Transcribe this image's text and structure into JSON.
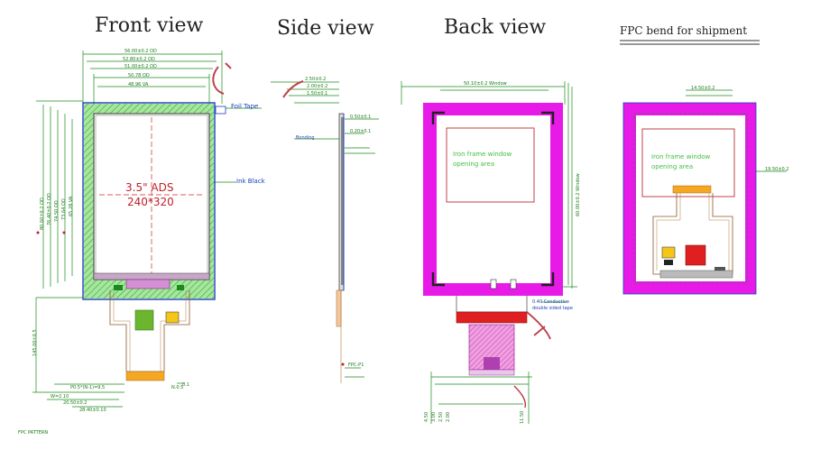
{
  "titles": {
    "front": "Front view",
    "side": "Side view",
    "back": "Back view",
    "fpc": "FPC bend for shipment"
  },
  "front": {
    "size_label": "3.5\" ADS",
    "resolution_label": "240*320",
    "dims_top": [
      "56.00±0.2 OD",
      "52.80±0.2 OD",
      "51.00±0.2 OD",
      "50.78 OD",
      "48.96 VA"
    ],
    "dims_left": [
      "80.60±0.2 OD",
      "76.40±0.2 OD",
      "74.50 OD",
      "73.64 OD",
      "65.28 VA"
    ],
    "callouts": [
      "Foil Tape",
      "Ink Black"
    ],
    "dims_bottom": [
      "P0.5*(N-1)=9.5",
      "N.0.5",
      "W=2.10",
      "20.50±0.2",
      "28.40±0.10"
    ],
    "dim_left_low": "145.00±0.5",
    "dim_right_low": "0.1",
    "footnote": "FPC PATTERN"
  },
  "side": {
    "dims": [
      "2.50±0.2",
      "2.00±0.2",
      "1.50±0.1",
      "0.50±0.1",
      "0.20±0.1"
    ],
    "callouts": [
      "Bonding",
      "FPC-P1"
    ]
  },
  "back": {
    "window_label_1": "Iron frame window",
    "window_label_2": "opening area",
    "dims_top": [
      "50.10±0.2 Window"
    ],
    "dim_right": "60.00±0.2 Window",
    "notes": [
      "0.40 Conductive",
      "double sided tape"
    ],
    "dims_bottom": [
      "4.50",
      "3.00",
      "2.50",
      "2.00",
      "11.50"
    ]
  },
  "fpc": {
    "window_label_1": "Iron frame window",
    "window_label_2": "opening area",
    "dims": [
      "14.50±0.2",
      "19.50±0.2"
    ]
  },
  "colors": {
    "dim_green": "#1a8a1a",
    "outline_blue": "#1a3fb8",
    "frame_magenta": "#e81ae8",
    "hatch_green": "#5fd15f",
    "orange": "#f5a623",
    "red": "#e02020",
    "pink": "#e866c4"
  }
}
